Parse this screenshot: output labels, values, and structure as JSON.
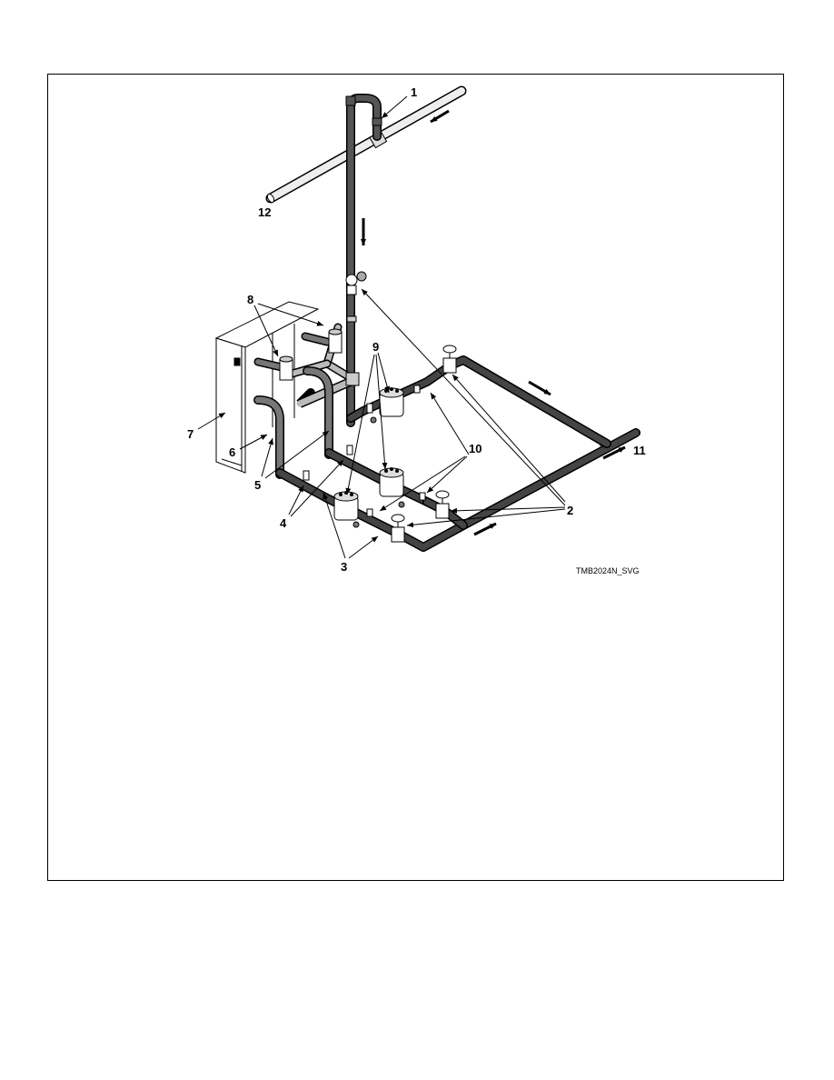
{
  "figure": {
    "figure_id": "TMB2024N_SVG",
    "callouts": [
      "1",
      "2",
      "3",
      "4",
      "5",
      "6",
      "7",
      "8",
      "9",
      "10",
      "11",
      "12"
    ],
    "colors": {
      "pipe_dark": "#444444",
      "pipe_light": "#e6e6e6",
      "line": "#000000"
    },
    "icons": [
      "flow-arrow-icon",
      "gate-valve-icon",
      "steam-trap-icon",
      "strainer-icon",
      "flex-hose-icon"
    ]
  }
}
